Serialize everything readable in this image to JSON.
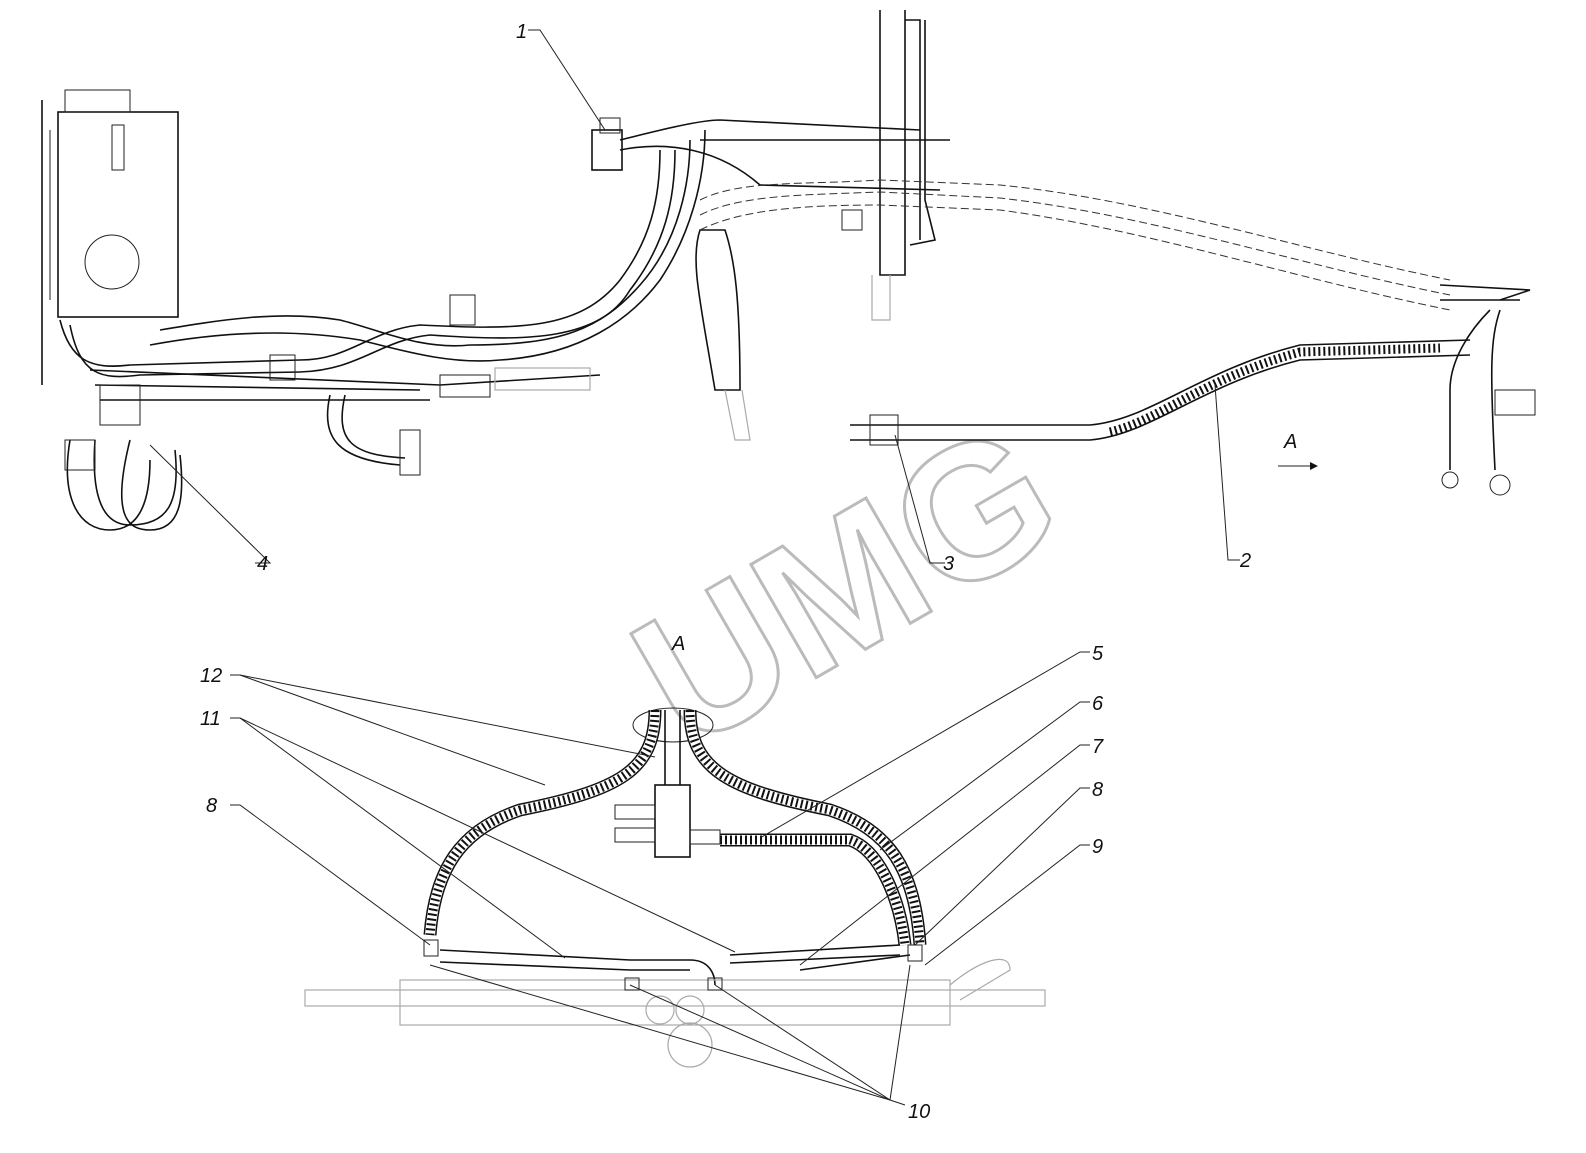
{
  "watermark": "UMG",
  "view_label_top": "A",
  "view_label_bottom": "A",
  "callouts": {
    "c1": "1",
    "c2": "2",
    "c3": "3",
    "c4": "4",
    "c5": "5",
    "c6": "6",
    "c7": "7",
    "c8a": "8",
    "c8b": "8",
    "c9": "9",
    "c10": "10",
    "c11": "11",
    "c12": "12"
  }
}
